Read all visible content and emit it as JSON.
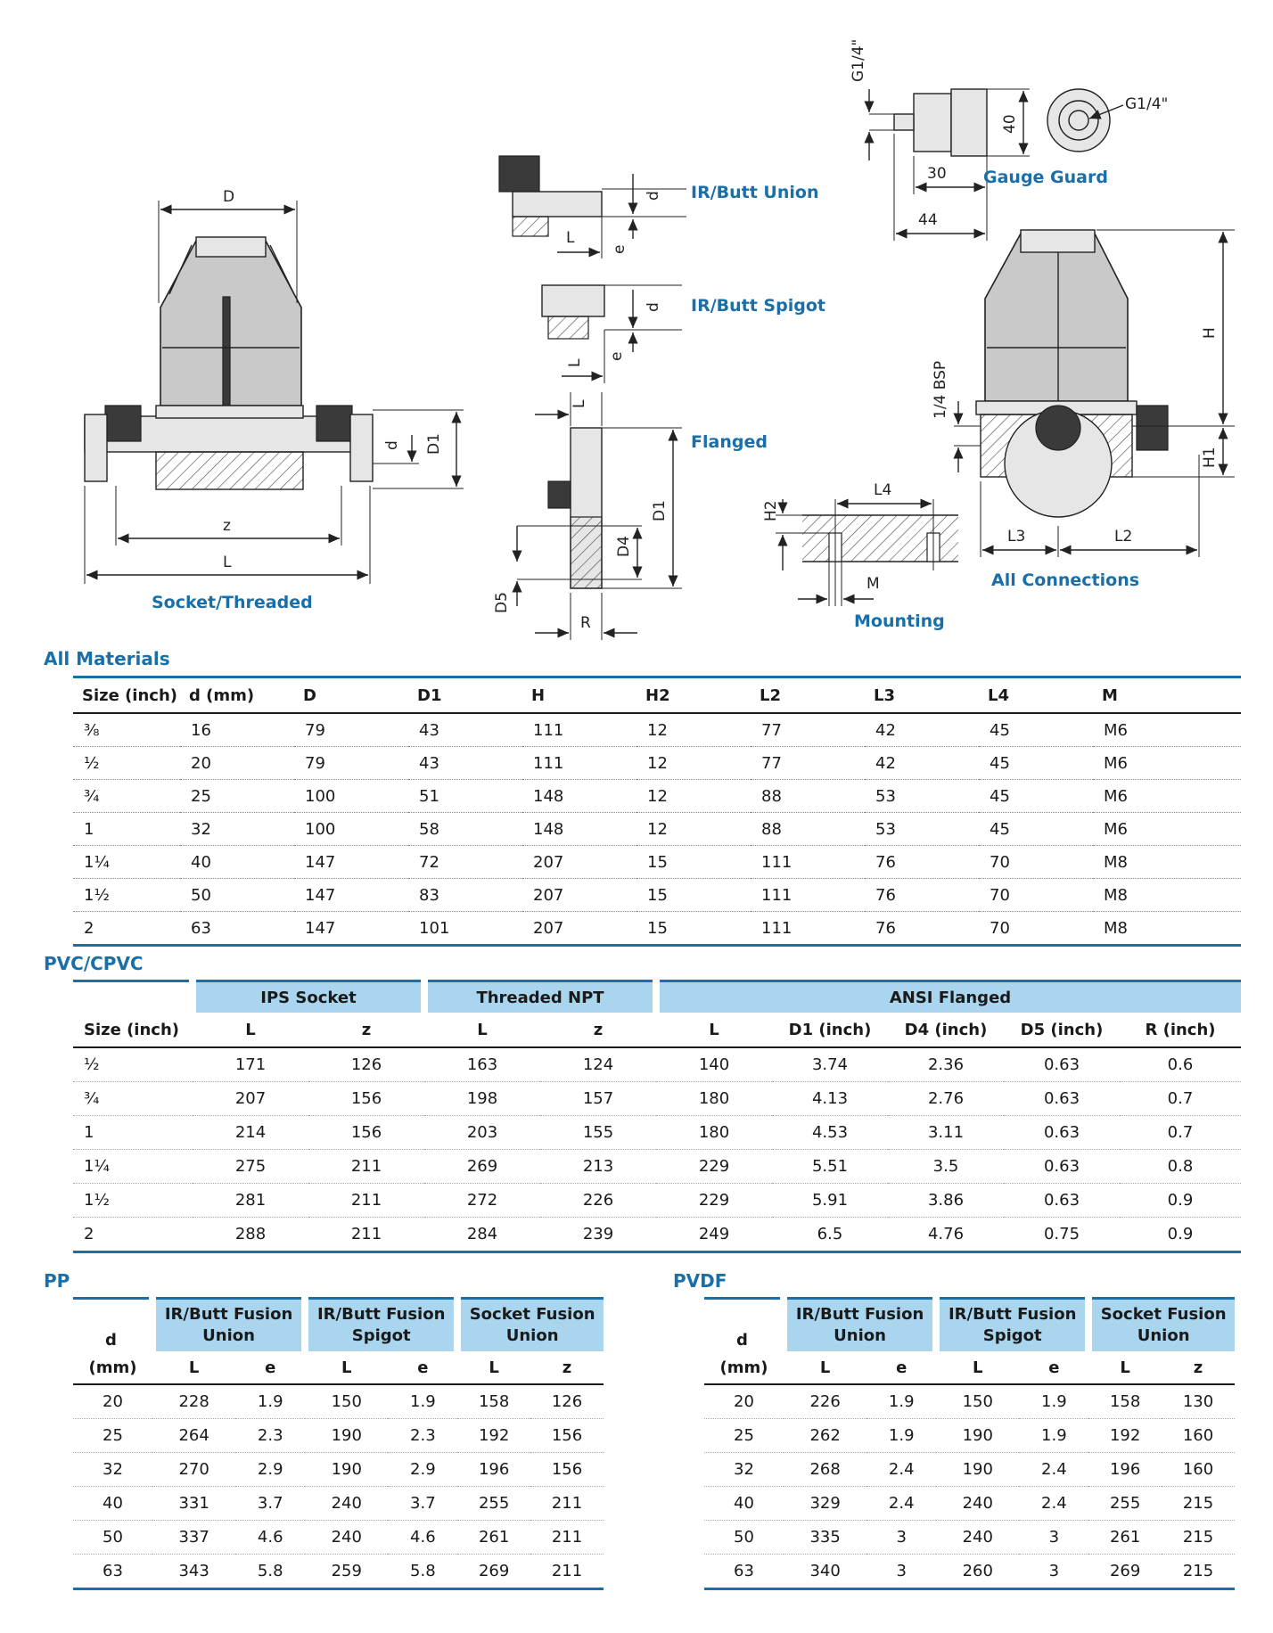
{
  "drawings": {
    "socket_threaded": {
      "caption": "Socket/Threaded",
      "dims": [
        "D",
        "d",
        "D1",
        "z",
        "L"
      ]
    },
    "ir_butt_union": {
      "caption": "IR/Butt Union",
      "dims": [
        "d",
        "L",
        "e"
      ]
    },
    "ir_butt_spigot": {
      "caption": "IR/Butt Spigot",
      "dims": [
        "d",
        "L",
        "e"
      ]
    },
    "flanged": {
      "caption": "Flanged",
      "dims": [
        "L",
        "D1",
        "D4",
        "D5",
        "R"
      ]
    },
    "gauge_guard": {
      "caption": "Gauge Guard",
      "dims": [
        "G1/4\"",
        "40",
        "30",
        "44",
        "G1/4\""
      ]
    },
    "all_connections": {
      "caption": "All Connections",
      "dims": [
        "H",
        "H1",
        "1/4 BSP",
        "L3",
        "L2"
      ]
    },
    "mounting": {
      "caption": "Mounting",
      "dims": [
        "L4",
        "H2",
        "M"
      ]
    }
  },
  "all_materials": {
    "title": "All Materials",
    "headers": [
      "Size (inch)",
      "d (mm)",
      "D",
      "D1",
      "H",
      "H2",
      "L2",
      "L3",
      "L4",
      "M"
    ],
    "rows": [
      [
        "⅜",
        "16",
        "79",
        "43",
        "111",
        "12",
        "77",
        "42",
        "45",
        "M6"
      ],
      [
        "½",
        "20",
        "79",
        "43",
        "111",
        "12",
        "77",
        "42",
        "45",
        "M6"
      ],
      [
        "¾",
        "25",
        "100",
        "51",
        "148",
        "12",
        "88",
        "53",
        "45",
        "M6"
      ],
      [
        "1",
        "32",
        "100",
        "58",
        "148",
        "12",
        "88",
        "53",
        "45",
        "M6"
      ],
      [
        "1¼",
        "40",
        "147",
        "72",
        "207",
        "15",
        "111",
        "76",
        "70",
        "M8"
      ],
      [
        "1½",
        "50",
        "147",
        "83",
        "207",
        "15",
        "111",
        "76",
        "70",
        "M8"
      ],
      [
        "2",
        "63",
        "147",
        "101",
        "207",
        "15",
        "111",
        "76",
        "70",
        "M8"
      ]
    ]
  },
  "pvc_cpvc": {
    "title": "PVC/CPVC",
    "groups": [
      "IPS Socket",
      "Threaded NPT",
      "ANSI Flanged"
    ],
    "headers": [
      "Size (inch)",
      "L",
      "z",
      "L",
      "z",
      "L",
      "D1 (inch)",
      "D4 (inch)",
      "D5 (inch)",
      "R (inch)"
    ],
    "rows": [
      [
        "½",
        "171",
        "126",
        "163",
        "124",
        "140",
        "3.74",
        "2.36",
        "0.63",
        "0.6"
      ],
      [
        "¾",
        "207",
        "156",
        "198",
        "157",
        "180",
        "4.13",
        "2.76",
        "0.63",
        "0.7"
      ],
      [
        "1",
        "214",
        "156",
        "203",
        "155",
        "180",
        "4.53",
        "3.11",
        "0.63",
        "0.7"
      ],
      [
        "1¼",
        "275",
        "211",
        "269",
        "213",
        "229",
        "5.51",
        "3.5",
        "0.63",
        "0.8"
      ],
      [
        "1½",
        "281",
        "211",
        "272",
        "226",
        "229",
        "5.91",
        "3.86",
        "0.63",
        "0.9"
      ],
      [
        "2",
        "288",
        "211",
        "284",
        "239",
        "249",
        "6.5",
        "4.76",
        "0.75",
        "0.9"
      ]
    ]
  },
  "pp": {
    "title": "PP",
    "d_header_1": "d",
    "d_header_2": "(mm)",
    "groups": [
      "IR/Butt Fusion\nUnion",
      "IR/Butt Fusion\nSpigot",
      "Socket Fusion\nUnion"
    ],
    "headers": [
      "L",
      "e",
      "L",
      "e",
      "L",
      "z"
    ],
    "rows": [
      [
        "20",
        "228",
        "1.9",
        "150",
        "1.9",
        "158",
        "126"
      ],
      [
        "25",
        "264",
        "2.3",
        "190",
        "2.3",
        "192",
        "156"
      ],
      [
        "32",
        "270",
        "2.9",
        "190",
        "2.9",
        "196",
        "156"
      ],
      [
        "40",
        "331",
        "3.7",
        "240",
        "3.7",
        "255",
        "211"
      ],
      [
        "50",
        "337",
        "4.6",
        "240",
        "4.6",
        "261",
        "211"
      ],
      [
        "63",
        "343",
        "5.8",
        "259",
        "5.8",
        "269",
        "211"
      ]
    ]
  },
  "pvdf": {
    "title": "PVDF",
    "d_header_1": "d",
    "d_header_2": "(mm)",
    "groups": [
      "IR/Butt Fusion\nUnion",
      "IR/Butt Fusion\nSpigot",
      "Socket Fusion\nUnion"
    ],
    "headers": [
      "L",
      "e",
      "L",
      "e",
      "L",
      "z"
    ],
    "rows": [
      [
        "20",
        "226",
        "1.9",
        "150",
        "1.9",
        "158",
        "130"
      ],
      [
        "25",
        "262",
        "1.9",
        "190",
        "1.9",
        "192",
        "160"
      ],
      [
        "32",
        "268",
        "2.4",
        "190",
        "2.4",
        "196",
        "160"
      ],
      [
        "40",
        "329",
        "2.4",
        "240",
        "2.4",
        "255",
        "215"
      ],
      [
        "50",
        "335",
        "3",
        "240",
        "3",
        "261",
        "215"
      ],
      [
        "63",
        "340",
        "3",
        "260",
        "3",
        "269",
        "215"
      ]
    ]
  }
}
